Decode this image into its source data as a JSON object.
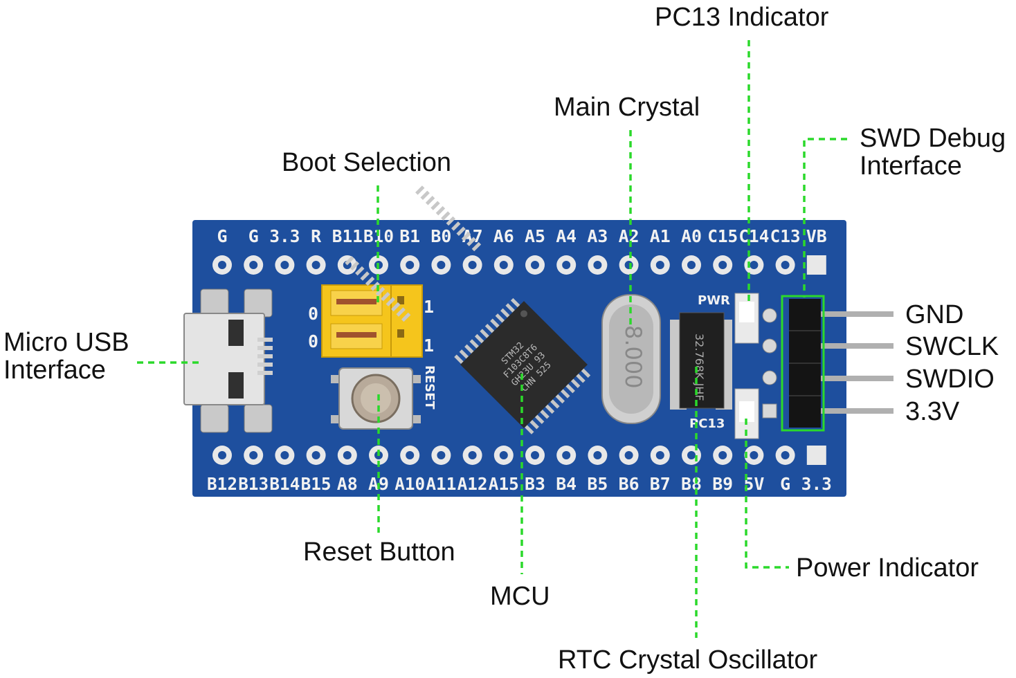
{
  "callouts": {
    "pc13_indicator": "PC13 Indicator",
    "main_crystal": "Main Crystal",
    "swd_debug": [
      "SWD Debug",
      "Interface"
    ],
    "boot_selection": "Boot Selection",
    "micro_usb": [
      "Micro USB",
      "Interface"
    ],
    "reset_button": "Reset Button",
    "mcu": "MCU",
    "power_indicator": "Power Indicator",
    "rtc_crystal": "RTC Crystal Oscillator"
  },
  "swd_pins": [
    "GND",
    "SWCLK",
    "SWDIO",
    "3.3V"
  ],
  "board": {
    "top_header": [
      "G",
      "G",
      "3.3",
      "R",
      "B11",
      "B10",
      "B1",
      "B0",
      "A7",
      "A6",
      "A5",
      "A4",
      "A3",
      "A2",
      "A1",
      "A0",
      "C15",
      "C14",
      "C13",
      "VB"
    ],
    "bottom_header": [
      "B12",
      "B13",
      "B14",
      "B15",
      "A8",
      "A9",
      "A10",
      "A11",
      "A12",
      "A15",
      "B3",
      "B4",
      "B5",
      "B6",
      "B7",
      "B8",
      "B9",
      "5V",
      "G",
      "3.3"
    ],
    "boot_jumper_marks": [
      "0",
      "0",
      "1",
      "1"
    ],
    "reset_silk": "RESET",
    "pwr_silk": "PWR",
    "pc13_silk": "PC13",
    "crystal_marking": "8.000",
    "rtc_marking": "32.768K JHF",
    "mcu_marking": [
      "STM32",
      "F103C8T6",
      "GH23U 93",
      "CHN 525"
    ]
  },
  "colors": {
    "pcb_blue": "#1e4f9e",
    "leader_green": "#2bd92b",
    "silkscreen": "#f2f2f2",
    "jumper_yellow": "#f5c51c"
  }
}
